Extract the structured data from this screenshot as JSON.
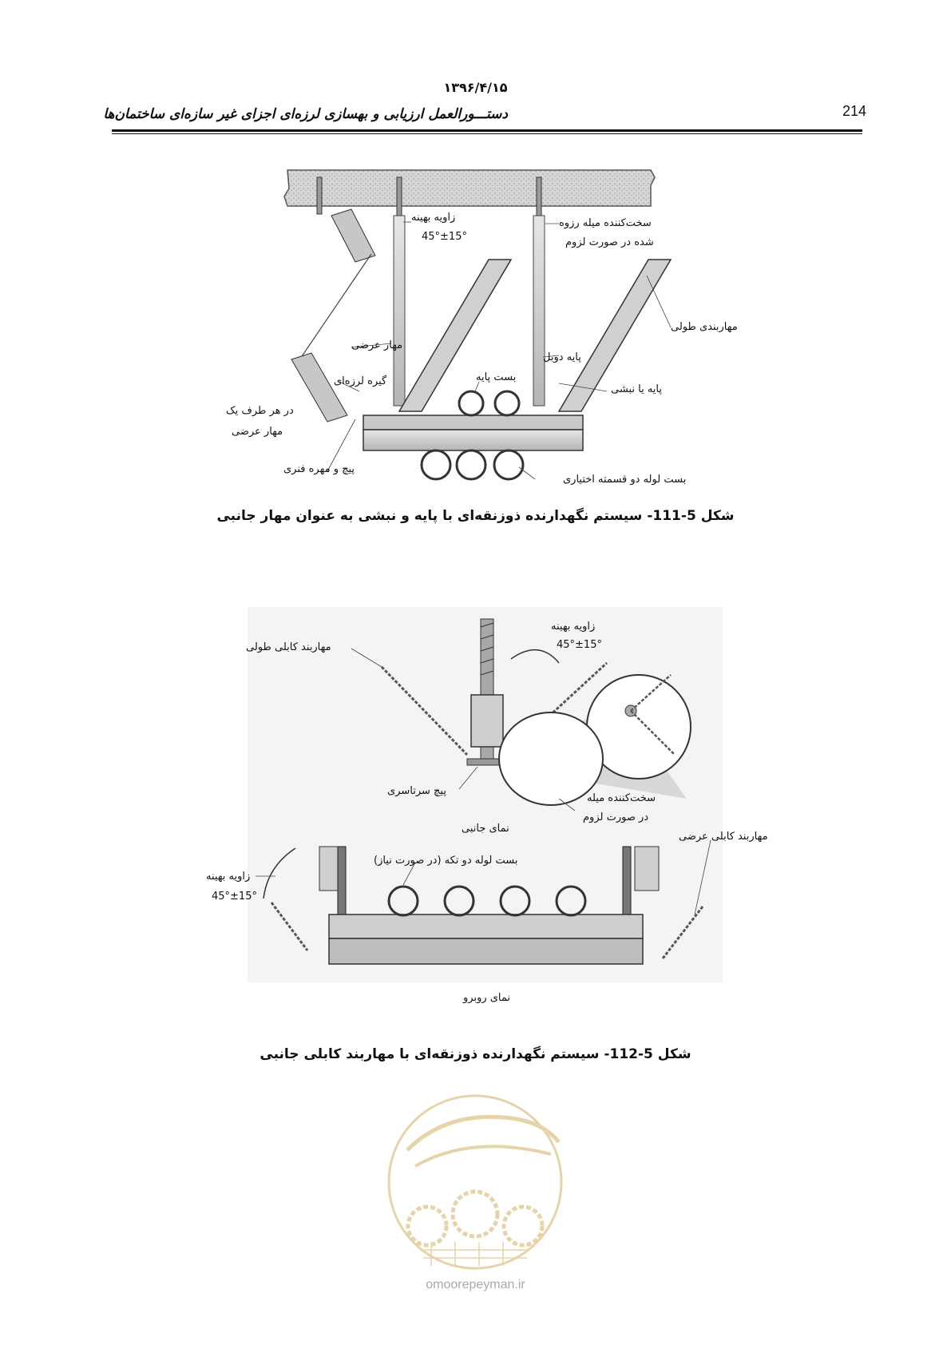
{
  "header": {
    "date": "۱۳۹۶/۴/۱۵",
    "title": "دستـــورالعمل ارزیابی و بهسازی لرزه‌ای اجزای غیر سازه‌ای ساختمان‌ها",
    "page_number": "214"
  },
  "figure1": {
    "labels": {
      "optimal_angle": "زاویه بهینه",
      "angle_value": "45°±15°",
      "threaded_rod_stiffener_1": "سخت‌کننده میله رزوه",
      "threaded_rod_stiffener_2": "شده در صورت لزوم",
      "longitudinal_brace": "مهاربندی طولی",
      "transverse_brace": "مهار عرضی",
      "double_strut": "پایه دوبل",
      "seismic_clip": "گیره لرزه‌ای",
      "strut_clamp": "بست پایه",
      "strut_or_angle": "پایه یا نبشی",
      "each_side_1": "در هر طرف یک",
      "each_side_2": "مهار عرضی",
      "spring_nut": "پیچ و مهره فنری",
      "optional_two_piece_clamp": "بست لوله دو قسمته اختیاری"
    },
    "caption": "شکل 5-111- سیستم نگهدارنده ذوزنقه‌ای با پایه و نبشی به عنوان مهار جانبی"
  },
  "figure2": {
    "labels": {
      "longitudinal_cable_brace": "مهاربند کابلی طولی",
      "optimal_angle_top": "زاویه بهینه",
      "angle_top": "45°±15°",
      "through_bolt": "پیچ سرتاسری",
      "rod_stiffener_1": "سخت‌کننده میله",
      "rod_stiffener_2": "در صورت لزوم",
      "side_view": "نمای جانبی",
      "transverse_cable_brace": "مهاربند کابلی عرضی",
      "two_piece_clamp": "بست لوله دو تکه (در صورت نیاز)",
      "optimal_angle_left": "زاویه بهینه",
      "angle_left": "45°±15°",
      "front_view": "نمای روبرو"
    },
    "caption": "شکل 5-112- سیستم نگهدارنده ذوزنقه‌ای با مهاربند کابلی جانبی"
  },
  "watermark": {
    "text": "omoorepeyman.ir",
    "color": "#d4b062"
  }
}
